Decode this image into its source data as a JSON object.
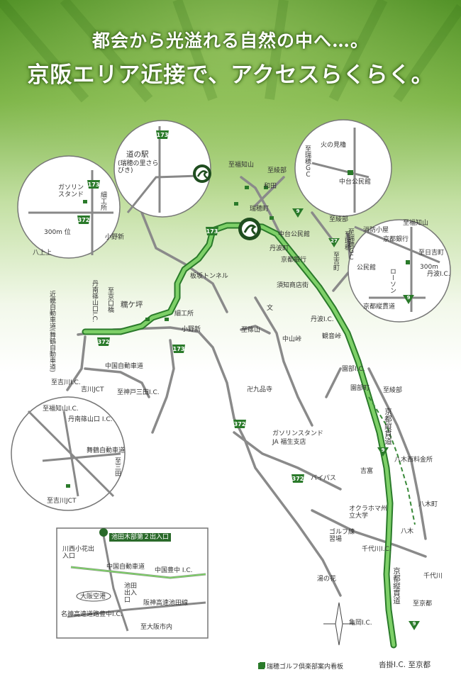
{
  "headline": {
    "line1": "都会から光溢れる自然の中へ…。",
    "line2": "京阪エリア近接で、アクセスらくらく。"
  },
  "main_map": {
    "roads": [
      {
        "name": "至福知山"
      },
      {
        "name": "至綾部"
      },
      {
        "name": "和田"
      },
      {
        "name": "瑞穂町"
      },
      {
        "name": "中台公民館"
      },
      {
        "name": "丹波町"
      },
      {
        "name": "京都銀行"
      },
      {
        "name": "須知商店街"
      },
      {
        "name": "至瑞穂"
      },
      {
        "name": "至吉町"
      },
      {
        "name": "至綾部"
      },
      {
        "name": "板坂トンネル"
      },
      {
        "name": "糯ケ坪"
      },
      {
        "name": "細工所"
      },
      {
        "name": "小野新"
      },
      {
        "name": "丹南篠山口I.C."
      },
      {
        "name": "至京口橋"
      },
      {
        "name": "中国自動車道"
      },
      {
        "name": "至吉川I.C."
      },
      {
        "name": "吉川JCT"
      },
      {
        "name": "至神戸三田I.C."
      },
      {
        "name": "至篠山"
      },
      {
        "name": "中山峠"
      },
      {
        "name": "観音峠"
      },
      {
        "name": "丹波I.C."
      },
      {
        "name": "園部I.C."
      },
      {
        "name": "園部町"
      },
      {
        "name": "至綾部"
      },
      {
        "name": "京都縦貫道"
      },
      {
        "name": "卍九品寺"
      },
      {
        "name": "文"
      },
      {
        "name": "ガソリンスタンド"
      },
      {
        "name": "JA 福生支店"
      },
      {
        "name": "バイパス"
      },
      {
        "name": "八木西料金所"
      },
      {
        "name": "吉富"
      },
      {
        "name": "八木町"
      },
      {
        "name": "八木"
      },
      {
        "name": "オクラホマ州立大学"
      },
      {
        "name": "ゴルフ練習場"
      },
      {
        "name": "千代川I.C."
      },
      {
        "name": "千代川"
      },
      {
        "name": "湯の花"
      },
      {
        "name": "京都縦貫道"
      },
      {
        "name": "亀岡I.C."
      },
      {
        "name": "至京都"
      },
      {
        "name": "沓掛I.C. 至京都"
      },
      {
        "name": "近畿自動車道(舞鶴自動車道)"
      }
    ],
    "route_numbers": [
      "173",
      "173",
      "372",
      "372",
      "372",
      "9",
      "9",
      "9",
      "9",
      "27"
    ]
  },
  "inset_station": {
    "title": "道の駅",
    "subtitle": "(瑞穂の里さらびき)",
    "route": "173"
  },
  "inset_gas": {
    "labels": [
      "ガソリンスタンド",
      "細工所",
      "300m 位",
      "小野新",
      "八上上"
    ],
    "routes": [
      "173",
      "372"
    ]
  },
  "inset_mizuho_gc": {
    "labels": [
      "火の見櫓",
      "至瑞穂ＧＣ",
      "中台公民館"
    ]
  },
  "inset_kyoto_bank": {
    "labels": [
      "至福知山",
      "消防小屋",
      "京都銀行",
      "至日吉町",
      "公民館",
      "ローソン",
      "300m",
      "丹波I.C.",
      "京都縦貫道",
      "至瑞穂ＧＣ"
    ],
    "route": "9"
  },
  "inset_jct": {
    "labels": [
      "至福知山I.C.",
      "丹南篠山口 I.C.",
      "舞鶴自動車道",
      "至三田",
      "至吉川JCT"
    ]
  },
  "inset_osaka": {
    "labels": [
      "池田木部第２出入口",
      "川西小花出入口",
      "中国自動車道",
      "中国豊中 I.C.",
      "大阪空港",
      "池田出入口",
      "阪神高速池田線",
      "名神高速道路豊中I.C.",
      "至大阪市内"
    ]
  },
  "legend": {
    "text": "瑞穂ゴルフ倶楽部案内看板"
  },
  "colors": {
    "route_green": "#6cc25a",
    "route_outline": "#2a7a2a",
    "road": "#888888",
    "header_green": "#5aa130"
  }
}
